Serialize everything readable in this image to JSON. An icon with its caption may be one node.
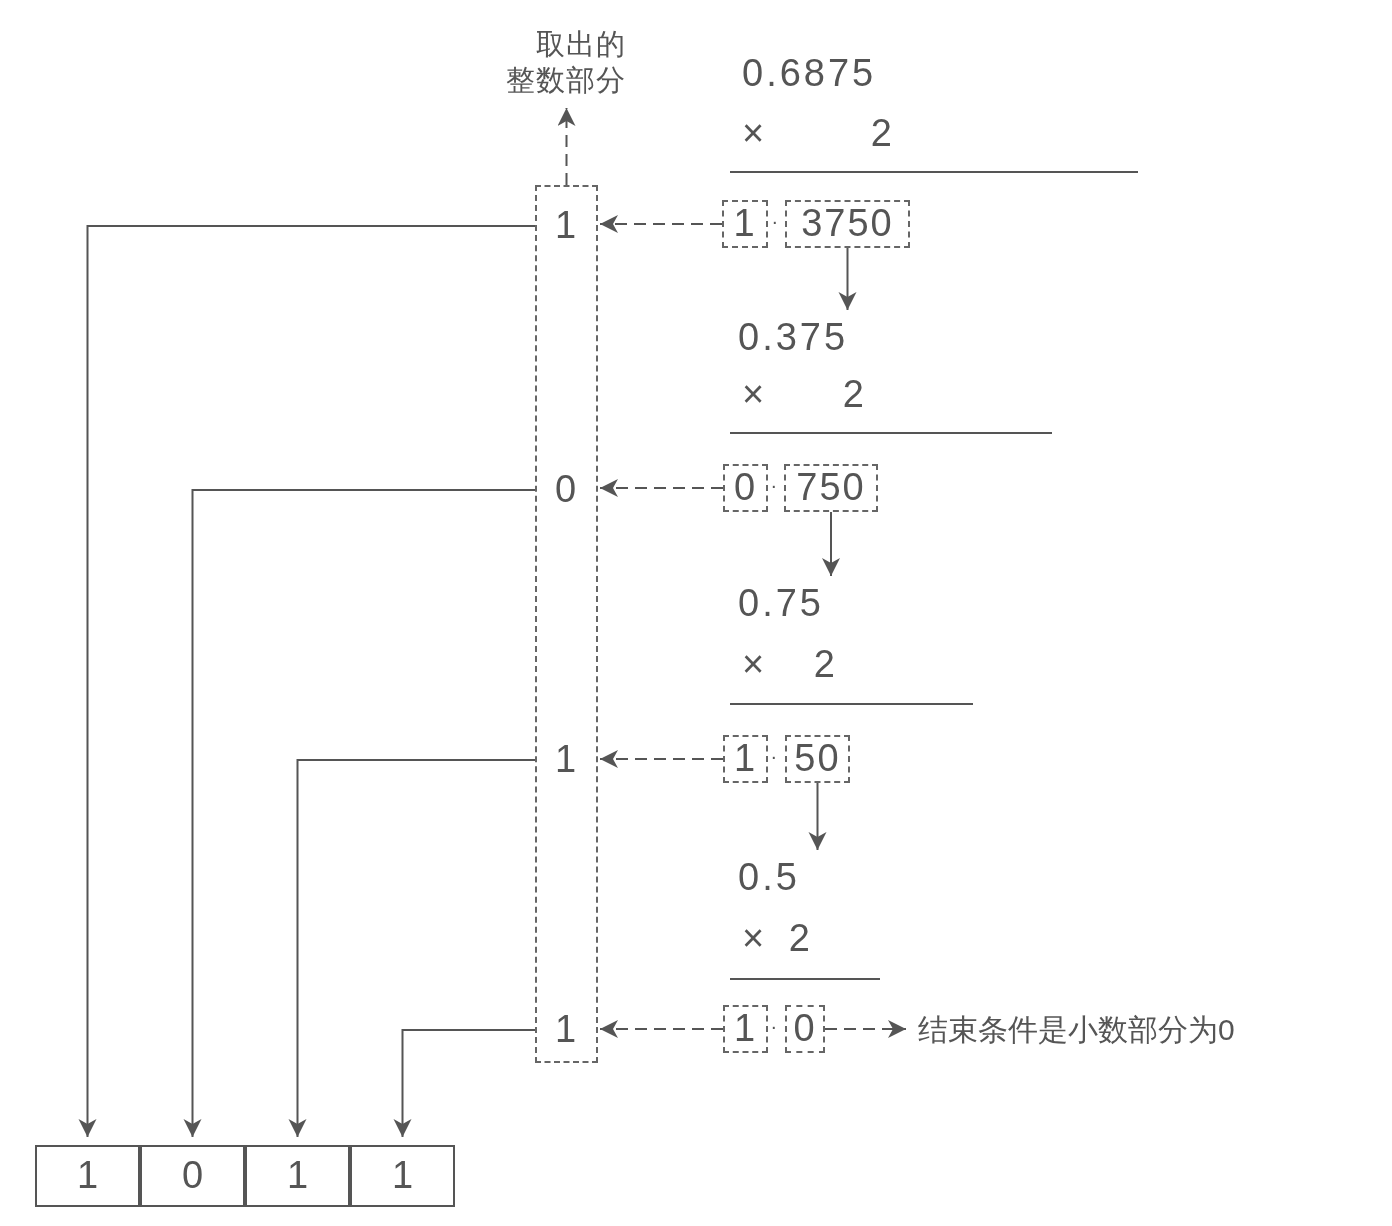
{
  "diagram": {
    "nodes": [
      {
        "text": [
          "取出的整数部分"
        ]
      },
      {
        "text": [],
        "shape": "box"
      },
      {
        "text": [
          "1"
        ],
        "in": 1
      },
      {
        "text": [
          "0"
        ],
        "in": 1
      },
      {
        "text": [
          "1"
        ],
        "in": 1
      },
      {
        "text": [
          "1"
        ],
        "in": 1
      },
      {
        "text": [
          "1"
        ]
      },
      {
        "text": [
          "3750"
        ]
      },
      {
        "text": [
          "0.375"
        ]
      },
      {
        "text": [
          "0"
        ]
      },
      {
        "text": [
          "750"
        ]
      },
      {
        "text": [
          "0.75"
        ]
      },
      {
        "text": [
          "1"
        ]
      },
      {
        "text": [
          "50"
        ]
      },
      {
        "text": [
          "0.5"
        ]
      },
      {
        "text": [
          "1"
        ]
      },
      {
        "text": [
          "0"
        ]
      },
      {
        "text": [
          "结束条件是小数部分为0"
        ]
      },
      {
        "text": [
          "1"
        ]
      },
      {
        "text": [
          "0"
        ]
      },
      {
        "text": [
          "1"
        ]
      },
      {
        "text": [
          "1"
        ]
      }
    ],
    "edges": [
      {
        "from": 1,
        "to": 0,
        "arrow": "to",
        "style": "dashed"
      },
      {
        "from": 6,
        "to": 2,
        "arrow": "to",
        "style": "dashed"
      },
      {
        "from": 7,
        "to": 8,
        "arrow": "to"
      },
      {
        "from": 9,
        "to": 3,
        "arrow": "to",
        "style": "dashed"
      },
      {
        "from": 10,
        "to": 11,
        "arrow": "to"
      },
      {
        "from": 12,
        "to": 4,
        "arrow": "to",
        "style": "dashed"
      },
      {
        "from": 13,
        "to": 14,
        "arrow": "to"
      },
      {
        "from": 15,
        "to": 5,
        "arrow": "to",
        "style": "dashed"
      },
      {
        "from": 16,
        "to": 17,
        "arrow": "to",
        "style": "dashed"
      },
      {
        "from": 2,
        "to": 18,
        "arrow": "to"
      },
      {
        "from": 3,
        "to": 19,
        "arrow": "to"
      },
      {
        "from": 4,
        "to": 20,
        "arrow": "to"
      },
      {
        "from": 5,
        "to": 21,
        "arrow": "to"
      }
    ],
    "labels": [
      "0.6875",
      "× 2",
      ".",
      "× 2",
      ".",
      "× 2",
      ".",
      "× 2",
      "."
    ]
  }
}
